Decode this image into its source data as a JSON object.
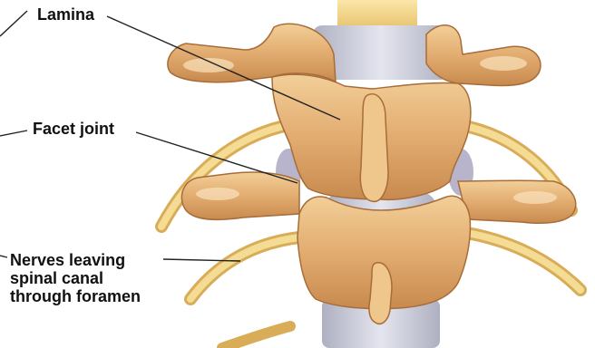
{
  "labels": {
    "lamina": "Lamina",
    "facet_joint": "Facet joint",
    "nerves": [
      "Nerves leaving",
      "spinal canal",
      "through foramen"
    ]
  },
  "colors": {
    "bone": "#e6b47c",
    "bone_shadow": "#b97a42",
    "bone_highlight": "#f7dcb0",
    "nerve": "#f0cf7a",
    "disc": "#c9cbd6",
    "leader": "#222222"
  }
}
